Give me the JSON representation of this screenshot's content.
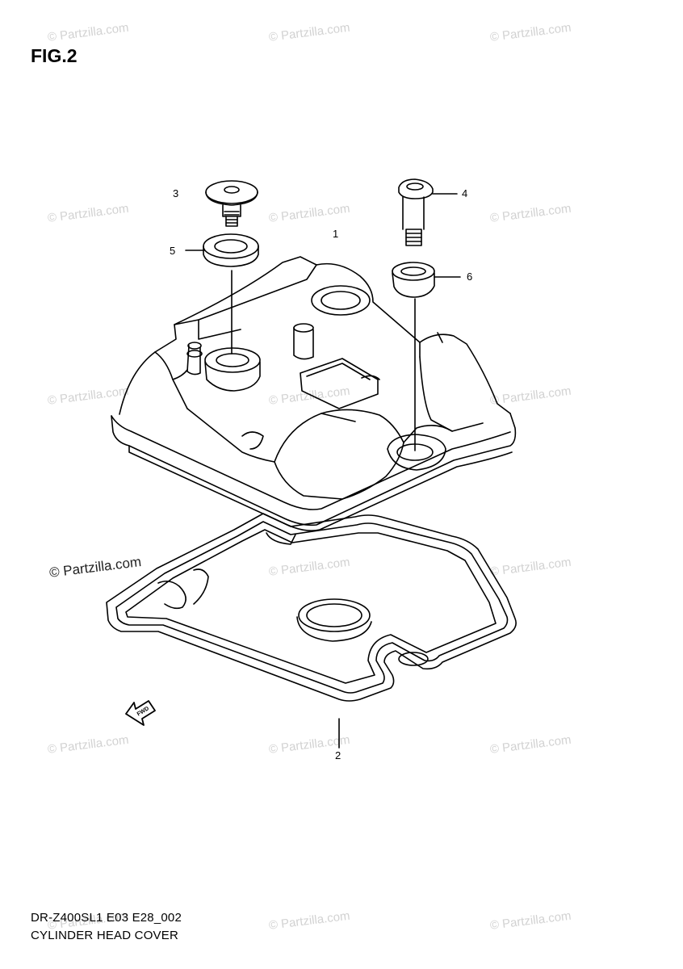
{
  "figure": {
    "title": "FIG.2"
  },
  "callouts": {
    "c1": "1",
    "c2": "2",
    "c3": "3",
    "c4": "4",
    "c5": "5",
    "c6": "6"
  },
  "fwd_label": "FWD",
  "watermark": {
    "text": "© Partzilla.com"
  },
  "footer": {
    "code": "DR-Z400SL1 E03 E28_002",
    "caption": "CYLINDER HEAD COVER"
  }
}
